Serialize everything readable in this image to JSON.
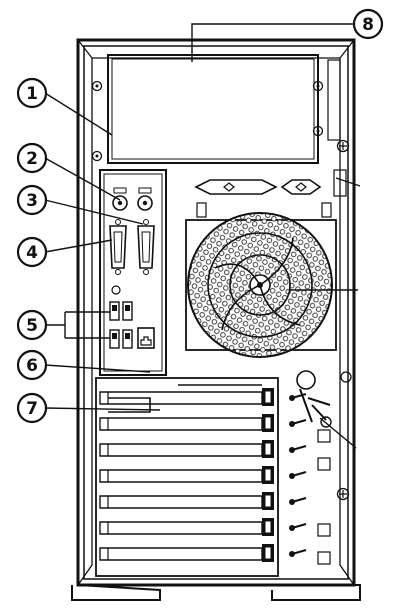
{
  "diagram": {
    "title": "",
    "callouts": [
      {
        "id": "1",
        "label": "1"
      },
      {
        "id": "2",
        "label": "2"
      },
      {
        "id": "3",
        "label": "3"
      },
      {
        "id": "4",
        "label": "4"
      },
      {
        "id": "5",
        "label": "5"
      },
      {
        "id": "6",
        "label": "6"
      },
      {
        "id": "7",
        "label": "7"
      },
      {
        "id": "8",
        "label": "8"
      }
    ],
    "components": [
      {
        "key": "power-supply-bay",
        "icon": "power-supply-bay"
      },
      {
        "key": "ps2-keyboard-mouse-ports",
        "icon": "ps2-port-icon"
      },
      {
        "key": "serial-port",
        "icon": "serial-port-icon"
      },
      {
        "key": "vga-port",
        "icon": "vga-port-icon"
      },
      {
        "key": "usb-ports",
        "icon": "usb-port-icon"
      },
      {
        "key": "network-port",
        "icon": "network-port-icon"
      },
      {
        "key": "expansion-slots",
        "icon": "expansion-slot-icon"
      },
      {
        "key": "cooling-fan",
        "icon": "fan-icon"
      },
      {
        "key": "chassis-frame",
        "icon": "chassis-frame"
      }
    ],
    "colors": {
      "line": "#111111",
      "background": "#ffffff",
      "hatch": "#777777"
    }
  }
}
